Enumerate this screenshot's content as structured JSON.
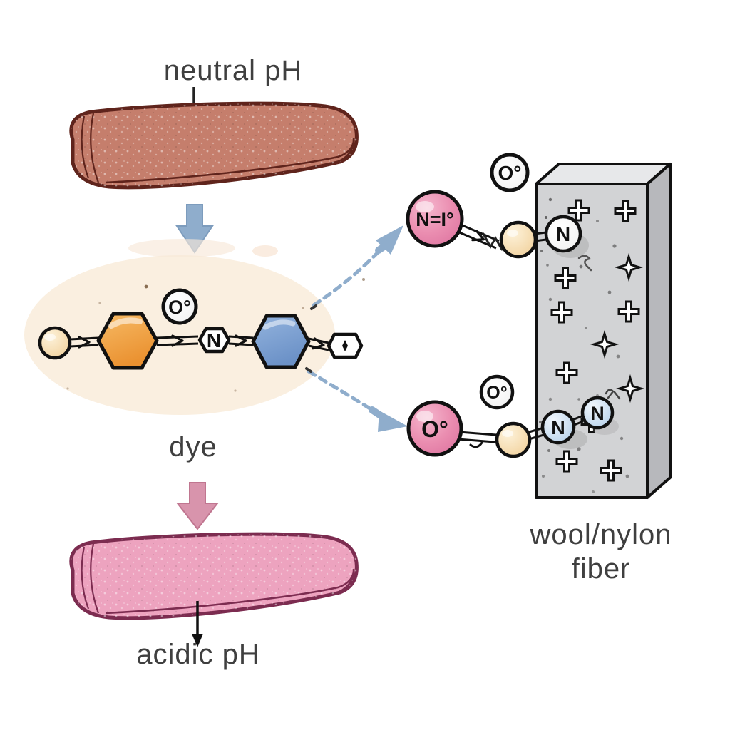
{
  "labels": {
    "neutral_ph": "neutral pH",
    "dye": "dye",
    "acidic_ph": "acidic pH",
    "fiber_line1": "wool/nylon",
    "fiber_line2": "fiber"
  },
  "dye_molecule": {
    "counterion_label": "O°",
    "center_atom_label": "N"
  },
  "top_complex": {
    "azo_label": "N=I°",
    "counterion_label": "O°",
    "fiber_atom_label": "N"
  },
  "bottom_complex": {
    "oxygen_label": "O°",
    "counterion_label": "O°",
    "n1_label": "N",
    "n2_label": "N"
  },
  "colors": {
    "neutral_fabric": "#c57e6c",
    "neutral_fabric_outline": "#5f241c",
    "acidic_fabric": "#eda3bf",
    "acidic_fabric_outline": "#7c2c50",
    "dye_blob": "#faefe0",
    "orange_ring": "#f0a344",
    "blue_ring": "#7da0d2",
    "cream_atom": "#f6dcae",
    "pink_atom": "#e887ab",
    "light_blue_atom": "#cadcf0",
    "fiber_front": "#d2d3d5",
    "fiber_side": "#b7b8bc",
    "fiber_top": "#e7e8ea",
    "blue_arrow": "#8fadcc",
    "pink_arrow": "#d894ac",
    "text": "#3f3f3f"
  }
}
